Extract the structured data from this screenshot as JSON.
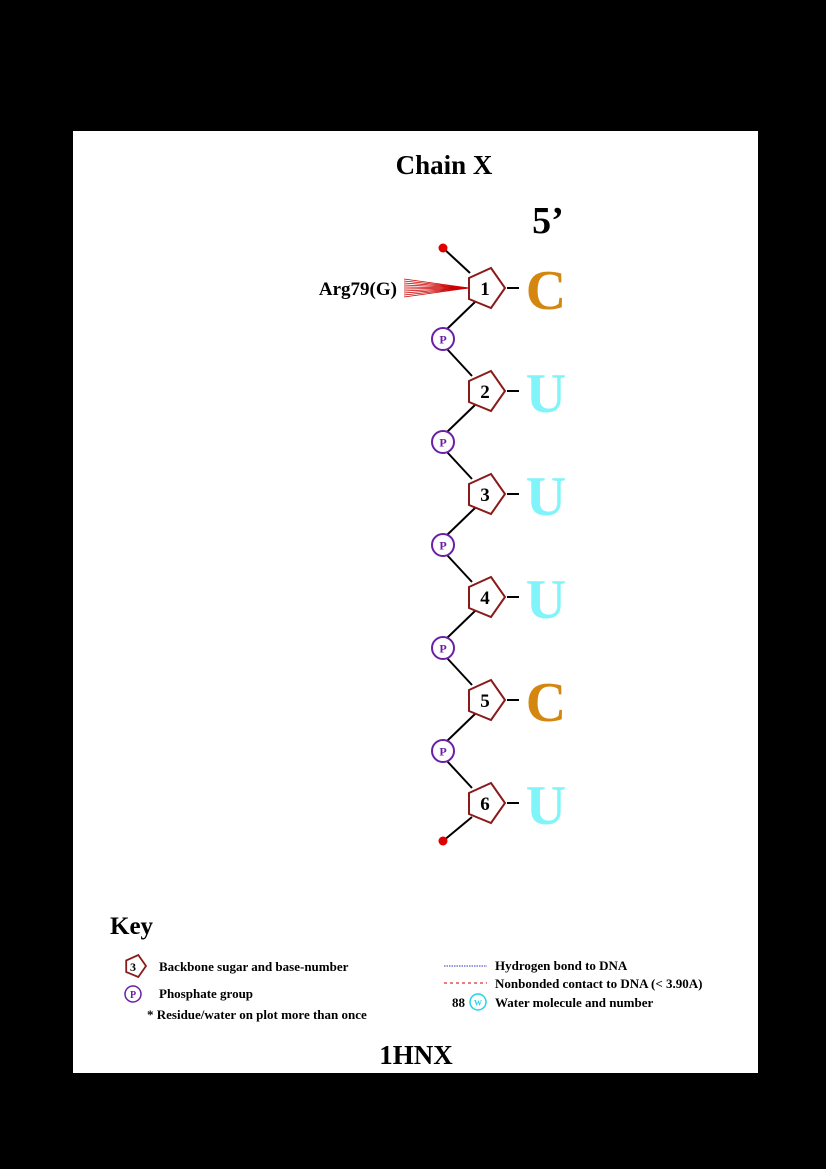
{
  "title": "Chain X",
  "five_prime_label": "5’",
  "footer_id": "1HNX",
  "nucleotides": [
    {
      "number": "1",
      "base": "C",
      "color": "#d4860f"
    },
    {
      "number": "2",
      "base": "U",
      "color": "#80f4f8"
    },
    {
      "number": "3",
      "base": "U",
      "color": "#80f4f8"
    },
    {
      "number": "4",
      "base": "U",
      "color": "#80f4f8"
    },
    {
      "number": "5",
      "base": "C",
      "color": "#d4860f"
    },
    {
      "number": "6",
      "base": "U",
      "color": "#80f4f8"
    }
  ],
  "phosphate_label": "P",
  "contacts": [
    {
      "residue": "Arg79(G)",
      "nucleotide": "1",
      "type": "nonbonded"
    }
  ],
  "key": {
    "heading": "Key",
    "sugar_example_number": "3",
    "sugar_desc": "Backbone sugar and base-number",
    "phosphate_symbol": "P",
    "phosphate_desc": "Phosphate group",
    "residue_note": "* Residue/water on plot more than once",
    "hbond_desc": "Hydrogen bond to DNA",
    "nonbonded_desc": "Nonbonded contact to DNA (< 3.90A)",
    "water_number": "88",
    "water_symbol": "W",
    "water_desc": "Water molecule and number"
  },
  "colors": {
    "sugar": "#8b1a1a",
    "phosphate": "#6a1fa6",
    "terminal_dot": "#e00000",
    "hbond": "#3333cc",
    "nonbonded": "#cc0000",
    "water": "#22d4e8",
    "backbone": "#000000"
  }
}
